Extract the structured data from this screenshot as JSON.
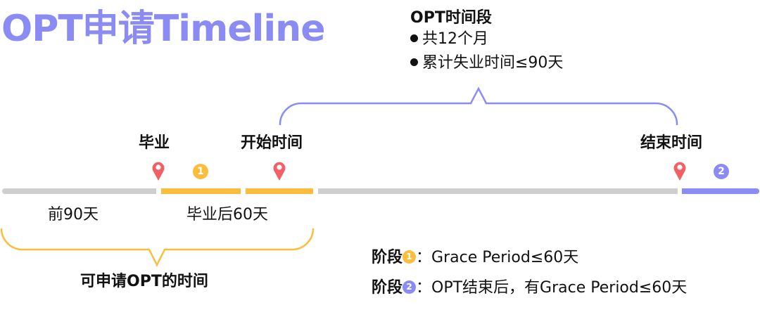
{
  "title": "OPT申请Timeline",
  "opt_period": {
    "heading": "OPT时间段",
    "bullets": [
      "共12个月",
      "累计失业时间≤90天"
    ]
  },
  "milestones": {
    "graduation": "毕业",
    "start": "开始时间",
    "end": "结束时间"
  },
  "phase_markers": {
    "phase1": "1",
    "phase2": "2"
  },
  "below_labels": {
    "before": "前90天",
    "after": "毕业后60天",
    "apply_window": "可申请OPT的时间"
  },
  "legend": [
    {
      "label": "阶段",
      "num": "1",
      "sep": "：",
      "text": "Grace Period≤60天"
    },
    {
      "label": "阶段",
      "num": "2",
      "sep": "：",
      "text": "OPT结束后，有Grace Period≤60天"
    }
  ],
  "colors": {
    "accent_purple": "#8a8cf4",
    "accent_yellow": "#fbbd3c",
    "pin_red": "#f26065",
    "track_gray": "#cfcfcf"
  }
}
